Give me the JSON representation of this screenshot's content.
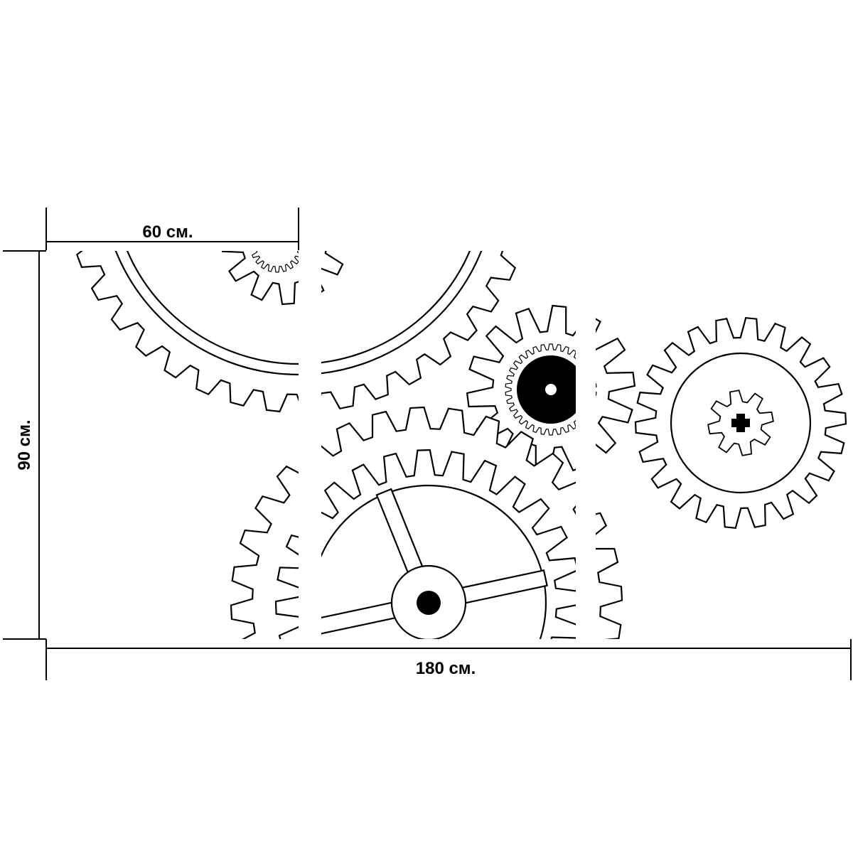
{
  "dimensions": {
    "panel_width_label": "60 см.",
    "height_label": "90 см.",
    "total_width_label": "180 см."
  },
  "artwork": {
    "panel_count": 3,
    "subject": "gears",
    "stroke_color": "#000000",
    "fill_color": "#ffffff",
    "hub_color": "#000000"
  }
}
